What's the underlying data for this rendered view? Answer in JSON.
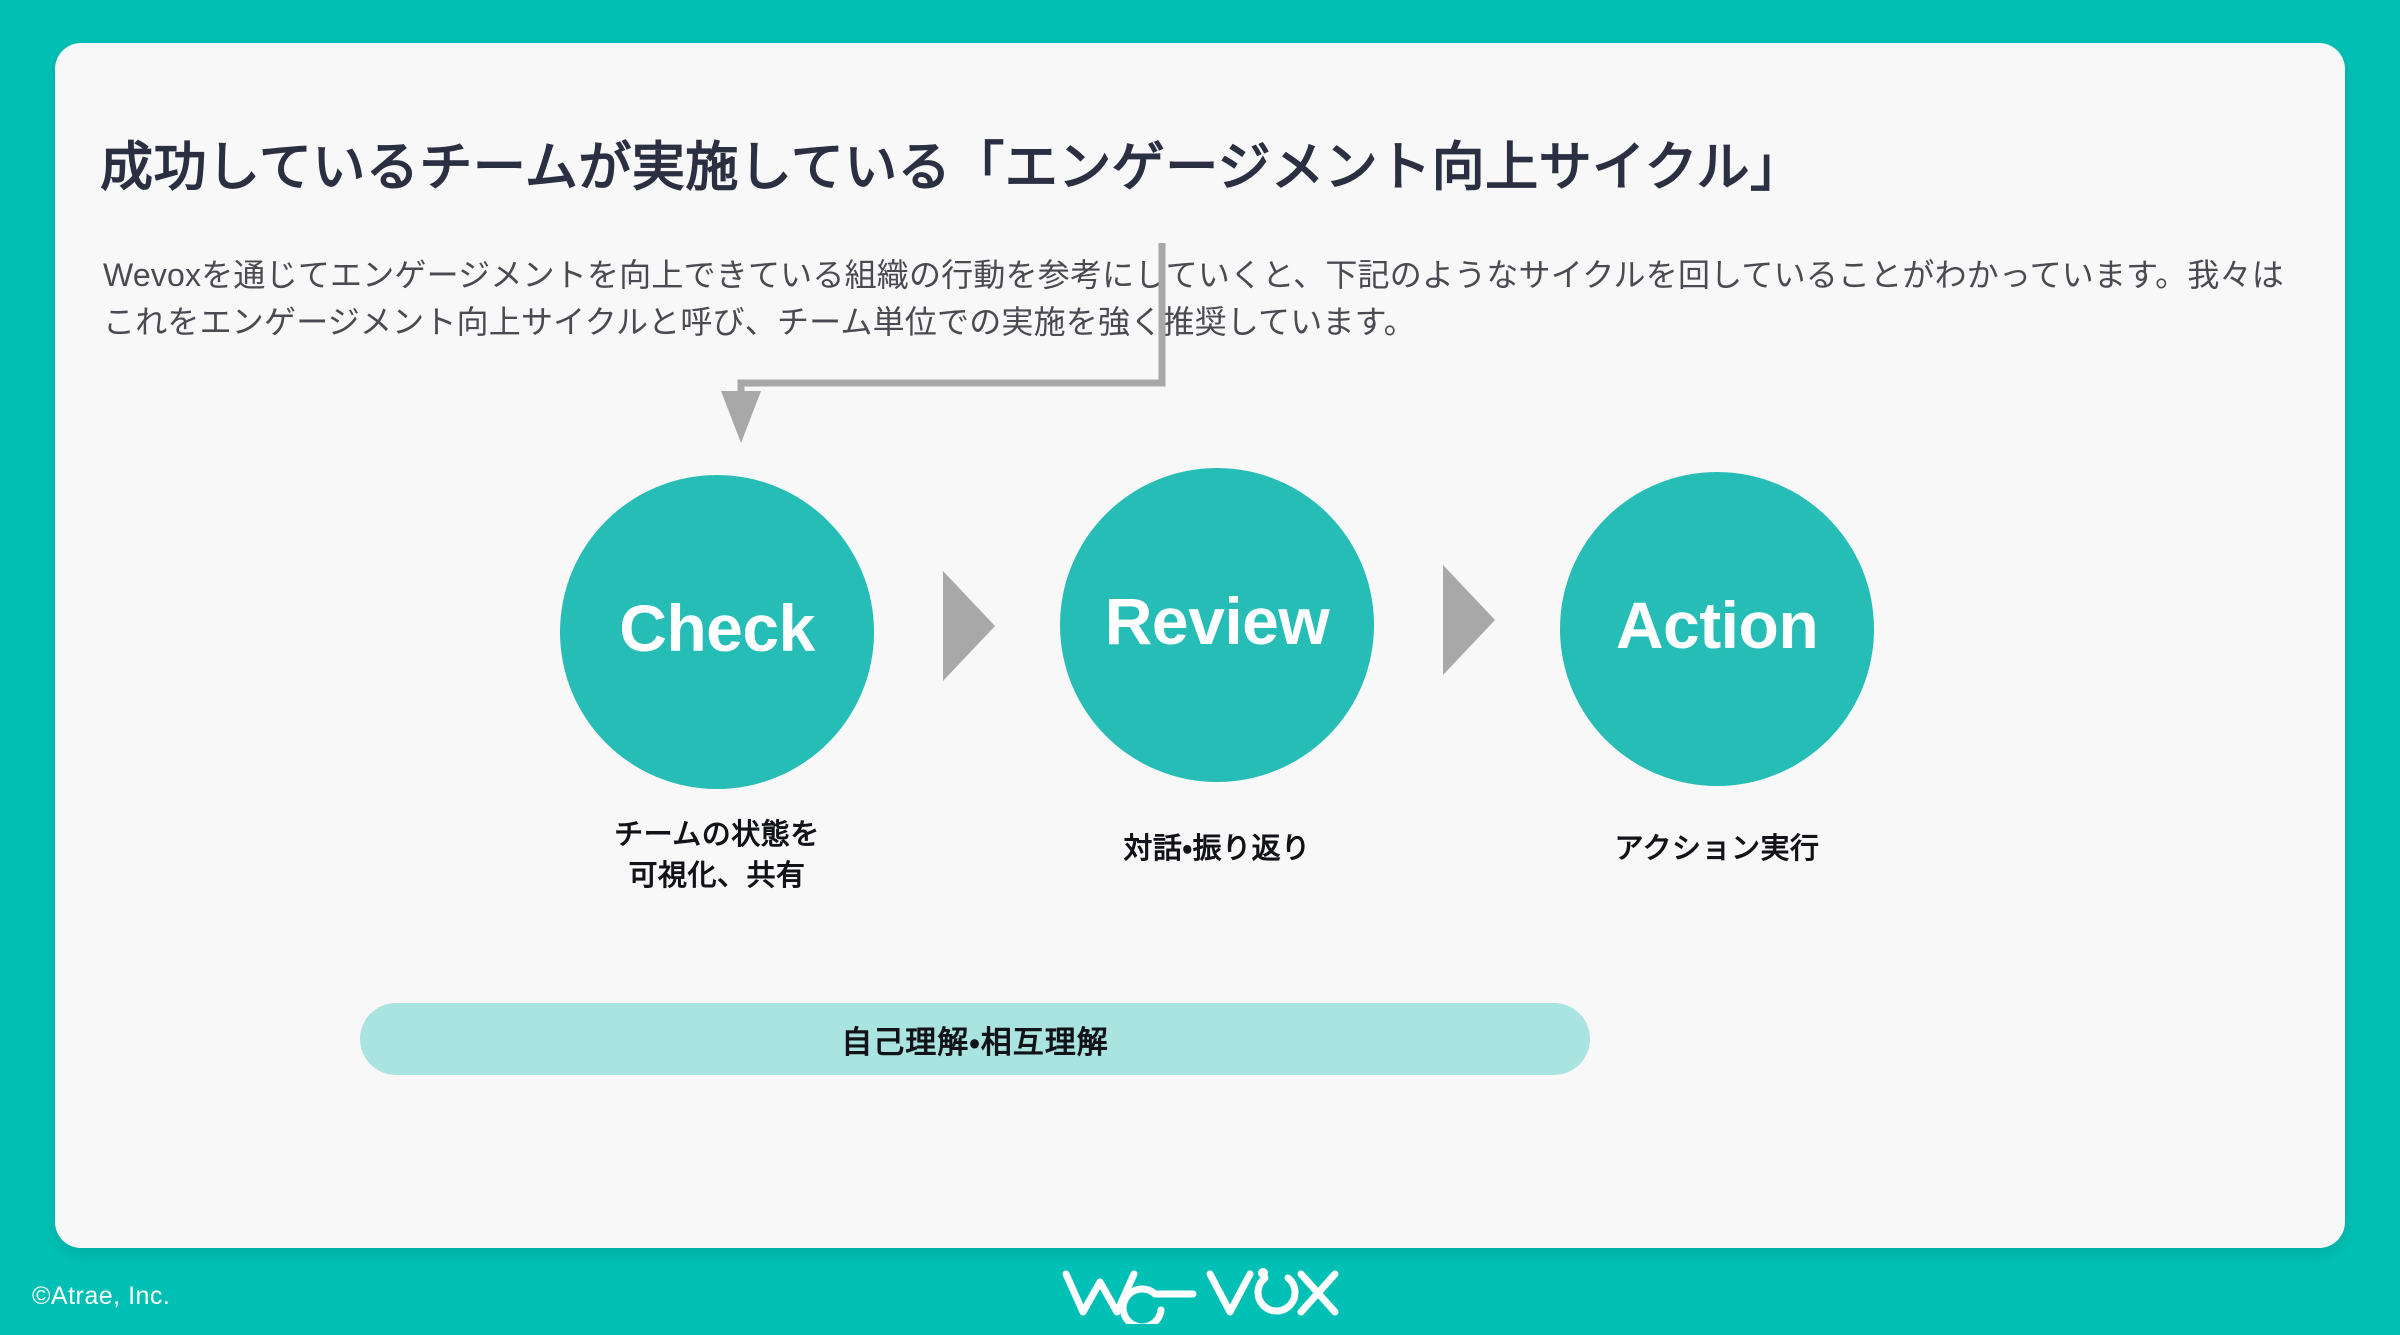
{
  "theme": {
    "page_background": "#00c0b5",
    "card_background": "#f8f8f8",
    "node_color": "#25bdb5",
    "pill_color": "#a9e4e1",
    "arrow_color": "#a8a8a8",
    "title_color": "#2b2f42",
    "body_color": "#4a4a52"
  },
  "slide": {
    "title": "成功しているチームが実施している「エンゲージメント向上サイクル」",
    "lede": "Wevoxを通じてエンゲージメントを向上できている組織の行動を参考にしていくと、下記のようなサイクルを回していることがわかっています。我々はこれをエンゲージメント向上サイクルと呼び、チーム単位での実施を強く推奨しています。"
  },
  "diagram": {
    "type": "cycle",
    "nodes": [
      {
        "id": "check",
        "label": "Check",
        "caption": "チームの状態を\n可視化、共有"
      },
      {
        "id": "review",
        "label": "Review",
        "caption": "対話・振り返り"
      },
      {
        "id": "action",
        "label": "Action",
        "caption": "アクション実行"
      }
    ],
    "connectors": [
      {
        "from": "check",
        "to": "review",
        "kind": "triangle-arrow"
      },
      {
        "from": "review",
        "to": "action",
        "kind": "triangle-arrow"
      },
      {
        "from": "action",
        "to": "check",
        "kind": "feedback-loop"
      }
    ],
    "foundation_label": "自己理解・相互理解"
  },
  "footer": {
    "copyright": "©Atrae, Inc.",
    "brand": "wevox"
  }
}
